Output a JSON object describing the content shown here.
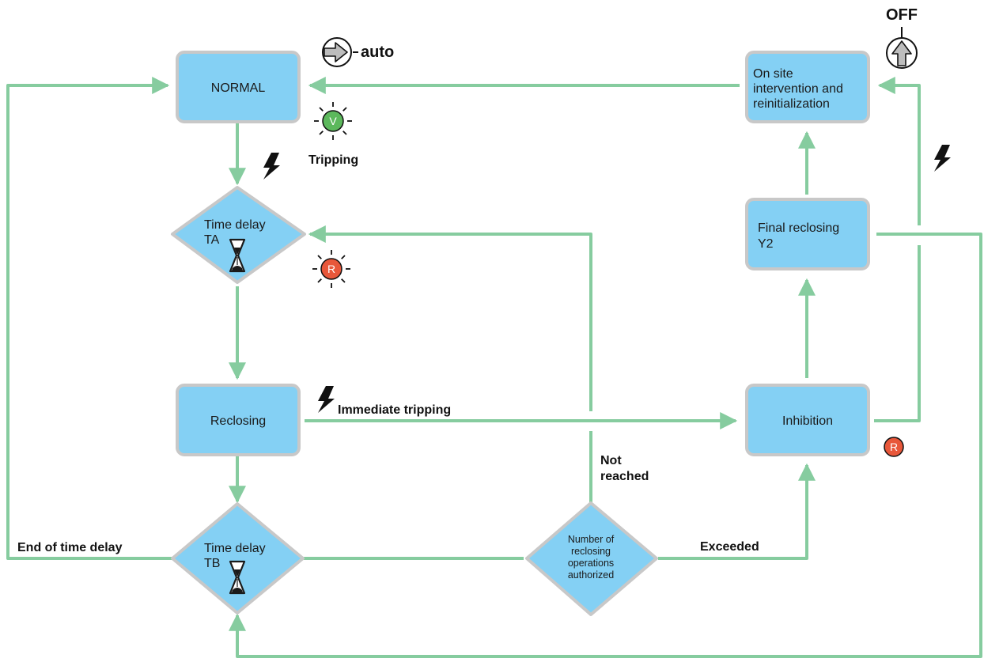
{
  "colors": {
    "box_fill": "#84d0f4",
    "box_border": "#c8c8c8",
    "connector": "#86cc9f",
    "lamp_green": "#5cb85c",
    "lamp_red": "#e8573a",
    "lightning": "#111111"
  },
  "icons": {
    "auto_switch": "arrow-right-circle-icon",
    "off_switch": "arrow-up-circle-icon",
    "hourglass": "hourglass-icon",
    "lightning": "lightning-bolt-icon",
    "lamp": "indicator-lamp-icon"
  },
  "nodes": {
    "normal": "NORMAL",
    "td_ta": [
      "Time delay",
      "TA"
    ],
    "reclosing": "Reclosing",
    "td_tb": [
      "Time delay",
      "TB"
    ],
    "num_ops": [
      "Number of",
      "reclosing",
      "operations",
      "authorized"
    ],
    "inhibition": "Inhibition",
    "final_reclosing": [
      "Final reclosing",
      "Y2"
    ],
    "onsite": [
      "On site",
      "intervention and",
      "reinitialization"
    ]
  },
  "labels": {
    "auto": "auto",
    "off": "OFF",
    "tripping": "Tripping",
    "immediate_tripping": "Immediate tripping",
    "not_reached": [
      "Not",
      "reached"
    ],
    "exceeded": "Exceeded",
    "end_of_time_delay": "End of time delay"
  },
  "lamps": {
    "green": "V",
    "red": "R"
  }
}
